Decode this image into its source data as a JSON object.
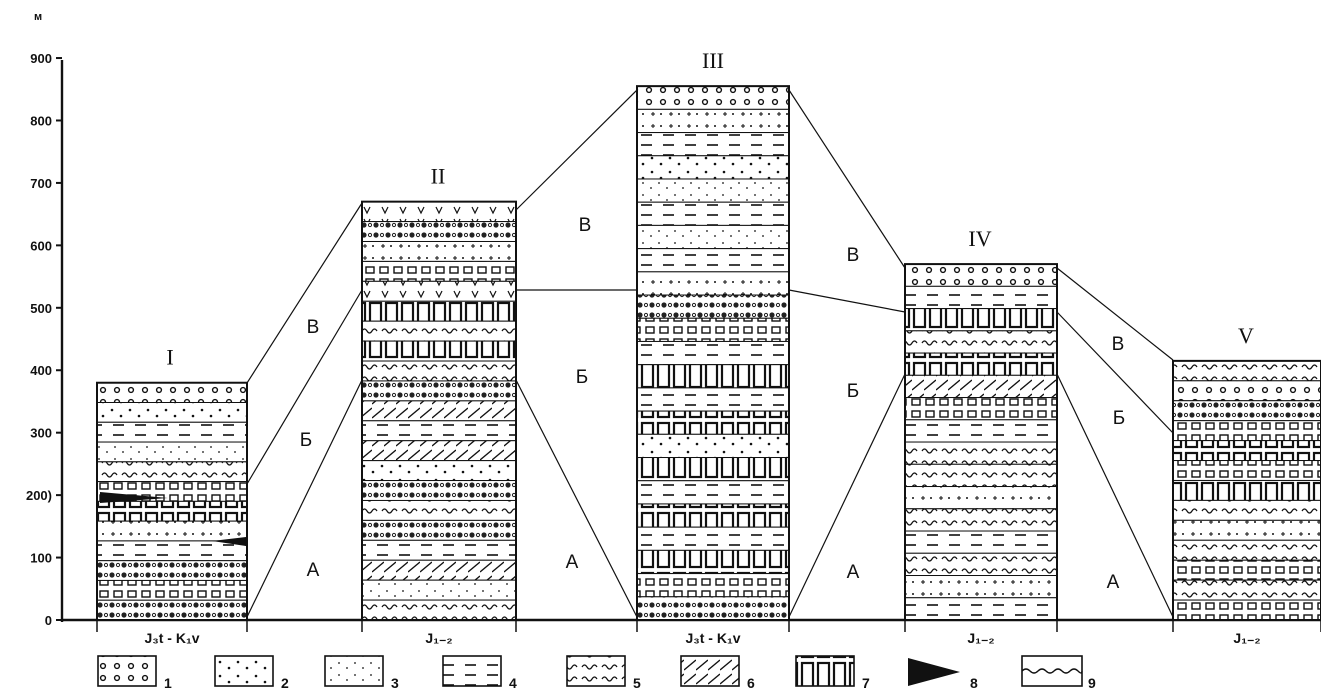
{
  "axis": {
    "unit": "м",
    "ticks": [
      "0",
      "100",
      "200)",
      "300",
      "400",
      "500",
      "600",
      "700",
      "800",
      "900"
    ]
  },
  "columns": [
    {
      "id": "I",
      "age": "J₃t - K₁v"
    },
    {
      "id": "II",
      "age": "J₁₋₂"
    },
    {
      "id": "III",
      "age": "J₃t - K₁v"
    },
    {
      "id": "IV",
      "age": "J₁₋₂"
    },
    {
      "id": "V",
      "age": "J₁₋₂"
    }
  ],
  "zone_labels": [
    {
      "key": "v1",
      "text": "В"
    },
    {
      "key": "b1",
      "text": "Б"
    },
    {
      "key": "a1",
      "text": "А"
    },
    {
      "key": "v2",
      "text": "В"
    },
    {
      "key": "b2",
      "text": "Б"
    },
    {
      "key": "a2",
      "text": "А"
    },
    {
      "key": "v3",
      "text": "В"
    },
    {
      "key": "b3",
      "text": "Б"
    },
    {
      "key": "a3",
      "text": "А"
    },
    {
      "key": "v4",
      "text": "В"
    },
    {
      "key": "b4",
      "text": "Б"
    },
    {
      "key": "a4",
      "text": "А"
    }
  ],
  "legend": [
    {
      "num": "1",
      "pattern": "conglomerate"
    },
    {
      "num": "2",
      "pattern": "coarse-sand"
    },
    {
      "num": "3",
      "pattern": "fine-sand"
    },
    {
      "num": "4",
      "pattern": "silt"
    },
    {
      "num": "5",
      "pattern": "clay"
    },
    {
      "num": "6",
      "pattern": "marl"
    },
    {
      "num": "7",
      "pattern": "limestone"
    },
    {
      "num": "8",
      "pattern": "pinch-out"
    },
    {
      "num": "9",
      "pattern": "unconformity"
    }
  ]
}
